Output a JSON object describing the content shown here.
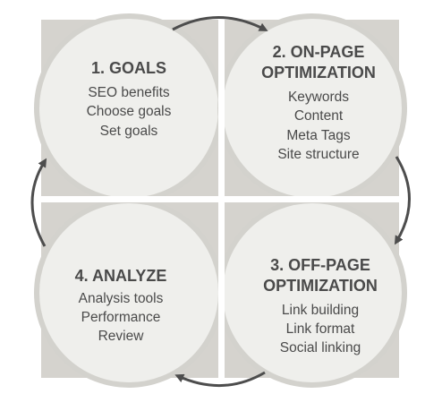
{
  "colors": {
    "background": "#ffffff",
    "backdrop": "#d5d3ce",
    "circle_fill": "#efefec",
    "circle_ring": "#d3d2cd",
    "text": "#4a4a4a",
    "arrow": "#4d4d4d"
  },
  "stages": [
    {
      "title_lines": [
        "1. GOALS"
      ],
      "items": [
        "SEO benefits",
        "Choose goals",
        "Set goals"
      ]
    },
    {
      "title_lines": [
        "2. ON-PAGE",
        "OPTIMIZATION"
      ],
      "items": [
        "Keywords",
        "Content",
        "Meta Tags",
        "Site structure"
      ]
    },
    {
      "title_lines": [
        "3. OFF-PAGE",
        "OPTIMIZATION"
      ],
      "items": [
        "Link building",
        "Link format",
        "Social linking"
      ]
    },
    {
      "title_lines": [
        "4. ANALYZE"
      ],
      "items": [
        "Analysis tools",
        "Performance",
        "Review"
      ]
    }
  ],
  "arrows": [
    {
      "from": "1. GOALS",
      "to": "2. ON-PAGE OPTIMIZATION",
      "icon": "curved-arrow-right-icon"
    },
    {
      "from": "2. ON-PAGE OPTIMIZATION",
      "to": "3. OFF-PAGE OPTIMIZATION",
      "icon": "curved-arrow-down-icon"
    },
    {
      "from": "3. OFF-PAGE OPTIMIZATION",
      "to": "4. ANALYZE",
      "icon": "curved-arrow-left-icon"
    },
    {
      "from": "4. ANALYZE",
      "to": "1. GOALS",
      "icon": "curved-arrow-up-icon"
    }
  ]
}
